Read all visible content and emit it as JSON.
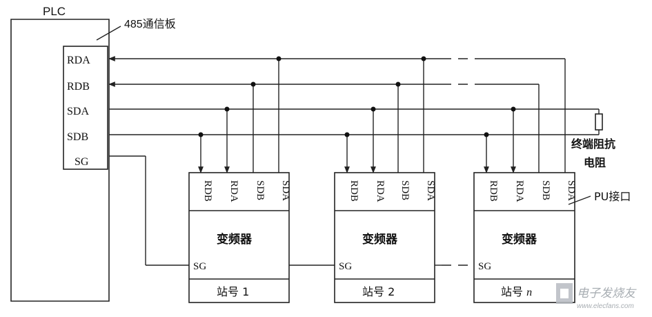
{
  "plc": {
    "title": "PLC"
  },
  "board": {
    "callout": "485通信板",
    "terminals": [
      "RDA",
      "RDB",
      "SDA",
      "SDB",
      "SG"
    ]
  },
  "resistor": {
    "label_line1": "终端阻抗",
    "label_line2": "电阻"
  },
  "pu_label": "PU接口",
  "inverter": {
    "title": "变频器",
    "sg_label": "SG",
    "terminals": [
      "RDB",
      "RDA",
      "SDB",
      "SDA"
    ]
  },
  "stations": [
    {
      "label": "站号 1"
    },
    {
      "label": "站号 2"
    },
    {
      "label": "站号 ",
      "suffix": "n"
    }
  ],
  "watermark": {
    "text": "电子发烧友",
    "url": "www.elecfans.com"
  }
}
